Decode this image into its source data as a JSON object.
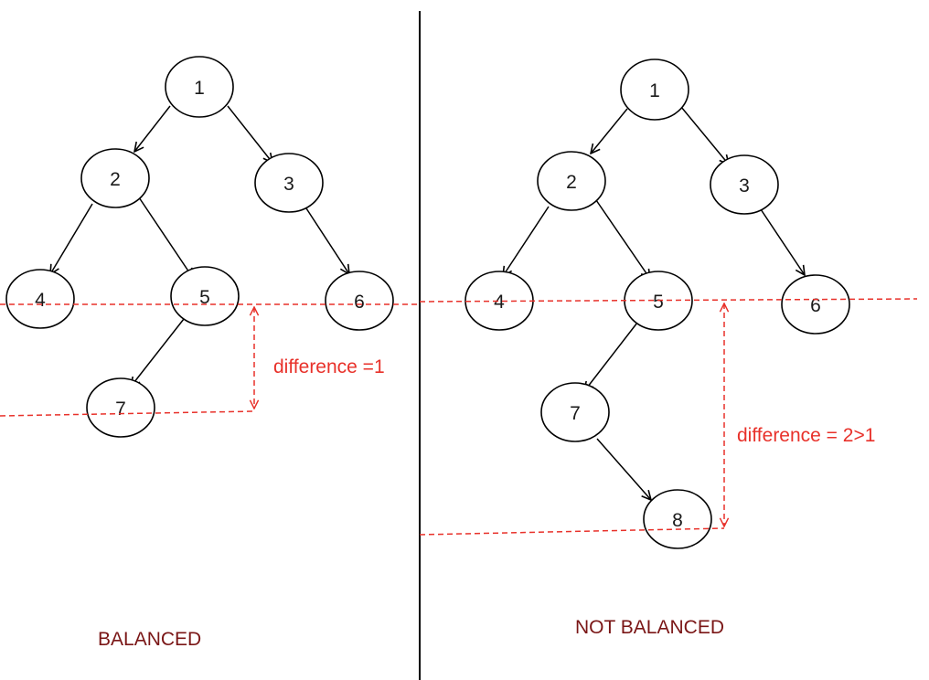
{
  "colors": {
    "node_stroke": "#000000",
    "height_marker": "#e8312a",
    "caption": "#7a1616"
  },
  "balanced_tree": {
    "caption": "BALANCED",
    "difference_label": "difference =1",
    "nodes": [
      "1",
      "2",
      "3",
      "4",
      "5",
      "6",
      "7"
    ],
    "edges": [
      [
        "1",
        "2"
      ],
      [
        "1",
        "3"
      ],
      [
        "2",
        "4"
      ],
      [
        "2",
        "5"
      ],
      [
        "3",
        "6"
      ],
      [
        "5",
        "7"
      ]
    ]
  },
  "unbalanced_tree": {
    "caption": "NOT BALANCED",
    "difference_label": "difference = 2>1",
    "nodes": [
      "1",
      "2",
      "3",
      "4",
      "5",
      "6",
      "7",
      "8"
    ],
    "edges": [
      [
        "1",
        "2"
      ],
      [
        "1",
        "3"
      ],
      [
        "2",
        "4"
      ],
      [
        "2",
        "5"
      ],
      [
        "3",
        "6"
      ],
      [
        "5",
        "7"
      ],
      [
        "7",
        "8"
      ]
    ]
  }
}
